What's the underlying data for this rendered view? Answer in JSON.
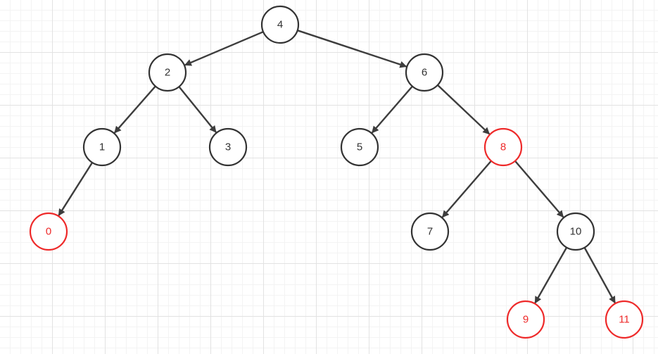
{
  "colors": {
    "normal": "#333333",
    "highlight": "#ee2a2a",
    "edge": "#3d3d3d"
  },
  "tree": {
    "nodes": [
      {
        "id": "n4",
        "label": "4",
        "highlight": false
      },
      {
        "id": "n2",
        "label": "2",
        "highlight": false
      },
      {
        "id": "n6",
        "label": "6",
        "highlight": false
      },
      {
        "id": "n1",
        "label": "1",
        "highlight": false
      },
      {
        "id": "n3",
        "label": "3",
        "highlight": false
      },
      {
        "id": "n5",
        "label": "5",
        "highlight": false
      },
      {
        "id": "n8",
        "label": "8",
        "highlight": true
      },
      {
        "id": "n0",
        "label": "0",
        "highlight": true
      },
      {
        "id": "n7",
        "label": "7",
        "highlight": false
      },
      {
        "id": "n10",
        "label": "10",
        "highlight": false
      },
      {
        "id": "n9",
        "label": "9",
        "highlight": true
      },
      {
        "id": "n11",
        "label": "11",
        "highlight": true
      }
    ],
    "edges": [
      [
        "n4",
        "n2"
      ],
      [
        "n4",
        "n6"
      ],
      [
        "n2",
        "n1"
      ],
      [
        "n2",
        "n3"
      ],
      [
        "n6",
        "n5"
      ],
      [
        "n6",
        "n8"
      ],
      [
        "n1",
        "n0"
      ],
      [
        "n8",
        "n7"
      ],
      [
        "n8",
        "n10"
      ],
      [
        "n10",
        "n9"
      ],
      [
        "n10",
        "n11"
      ]
    ]
  }
}
